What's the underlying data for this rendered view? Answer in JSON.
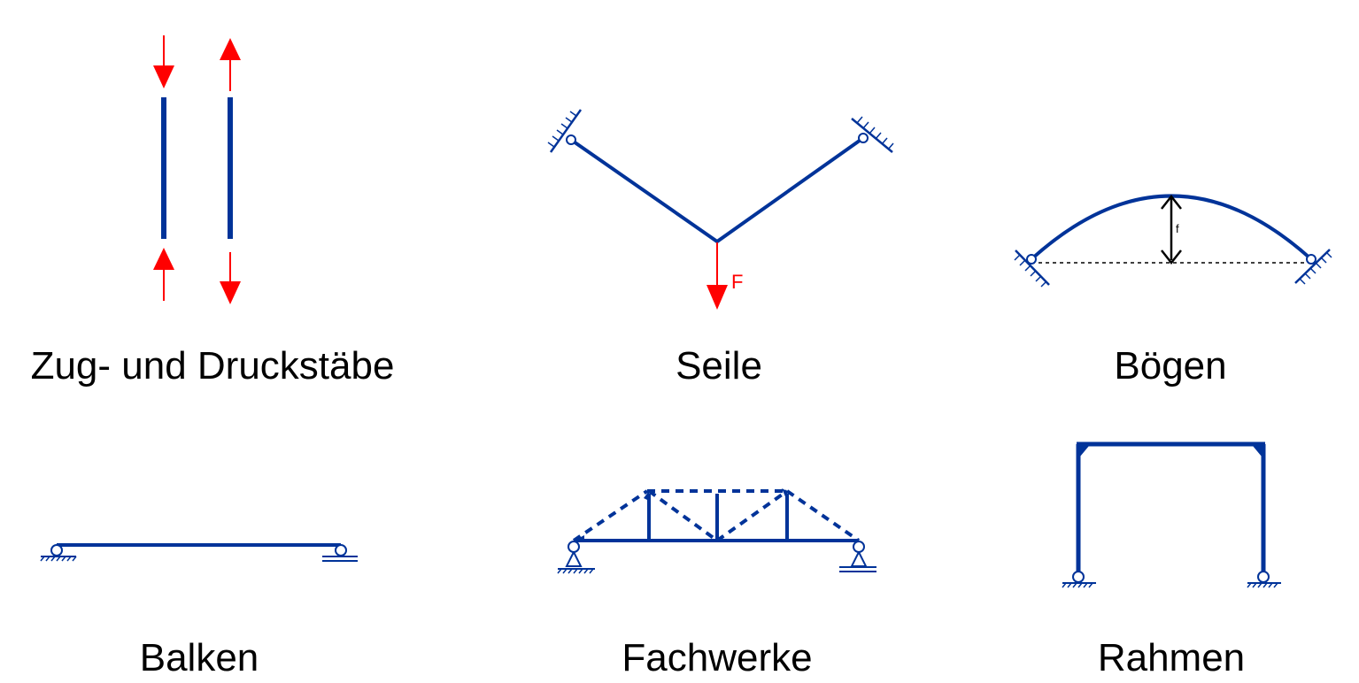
{
  "colors": {
    "member": "#003399",
    "force": "#ff0000",
    "dimension": "#000000",
    "background": "#ffffff"
  },
  "panels": {
    "rods": {
      "caption": "Zug- und Druckstäbe"
    },
    "cables": {
      "caption": "Seile",
      "force_label": "F"
    },
    "arches": {
      "caption": "Bögen",
      "rise_label": "f"
    },
    "beams": {
      "caption": "Balken"
    },
    "trusses": {
      "caption": "Fachwerke"
    },
    "frames": {
      "caption": "Rahmen"
    }
  }
}
